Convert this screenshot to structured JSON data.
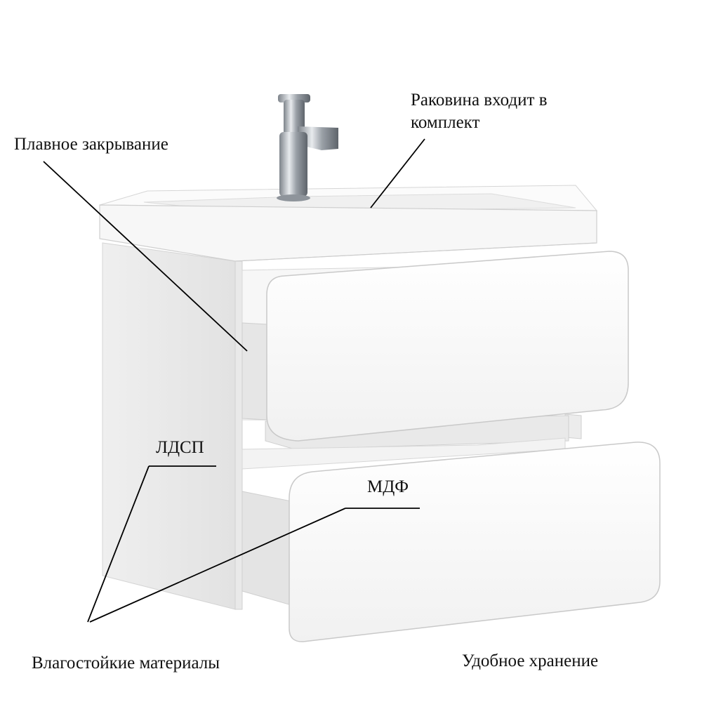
{
  "annotations": {
    "sink_line1": "Раковина входит в",
    "sink_line2": "комплект",
    "soft_close": "Плавное закрывание",
    "ldsp": "ЛДСП",
    "mdf": "МДФ",
    "moisture": "Влагостойкие материалы",
    "storage": "Удобное хранение"
  },
  "colors": {
    "cabinet": "#f3f3f3",
    "shadow": "#d9d9d9",
    "chrome": "#9a9fa6",
    "leader_line": "#000000"
  }
}
